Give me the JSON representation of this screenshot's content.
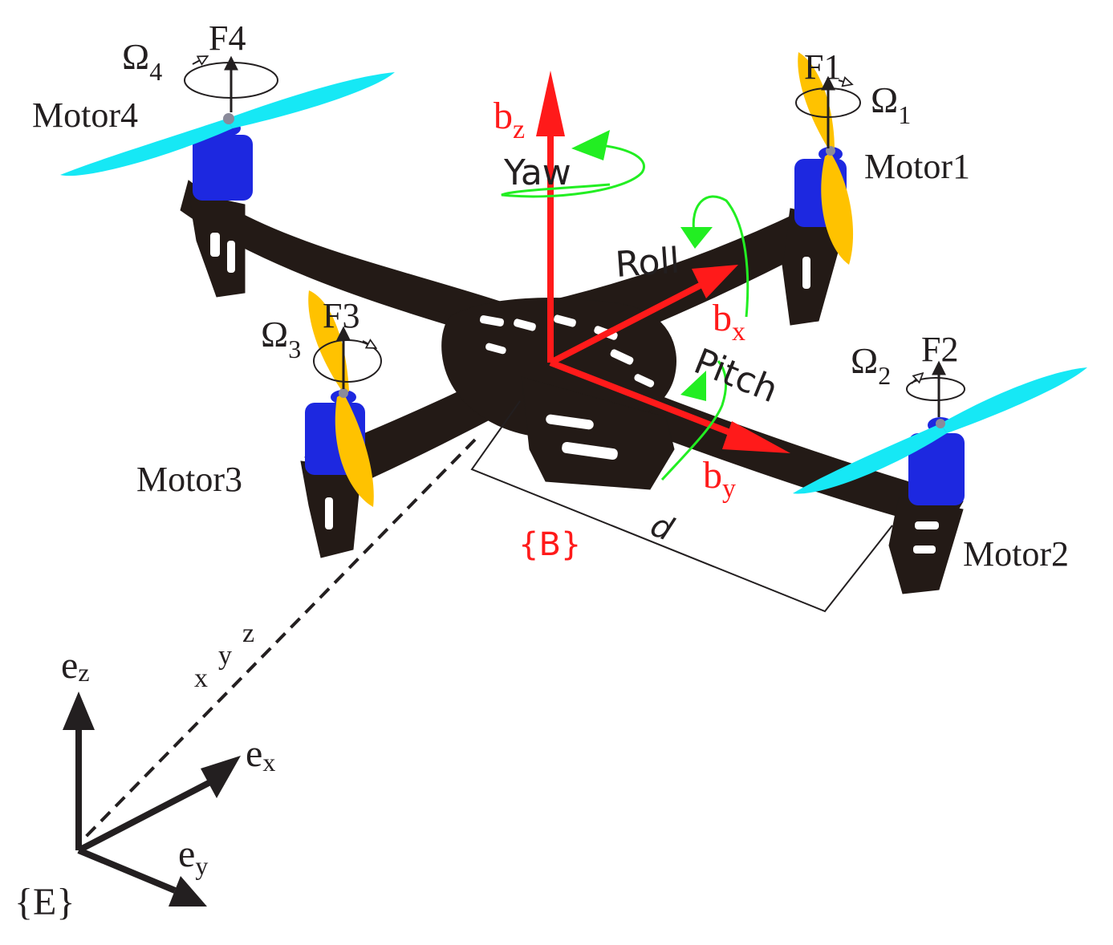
{
  "motors": {
    "m1": {
      "label": "Motor1",
      "force": "F1",
      "omega": "Ω",
      "omega_sub": "1"
    },
    "m2": {
      "label": "Motor2",
      "force": "F2",
      "omega": "Ω",
      "omega_sub": "2"
    },
    "m3": {
      "label": "Motor3",
      "force": "F3",
      "omega": "Ω",
      "omega_sub": "3"
    },
    "m4": {
      "label": "Motor4",
      "force": "F4",
      "omega": "Ω",
      "omega_sub": "4"
    }
  },
  "body_frame": {
    "label": "{B}",
    "bx": {
      "base": "b",
      "sub": "x"
    },
    "by": {
      "base": "b",
      "sub": "y"
    },
    "bz": {
      "base": "b",
      "sub": "z"
    }
  },
  "rotations": {
    "yaw": "Yaw",
    "roll": "Roll",
    "pitch": "Pitch"
  },
  "distance_label": "d",
  "earth_frame": {
    "label": "{E}",
    "ex": {
      "base": "e",
      "sub": "x"
    },
    "ey": {
      "base": "e",
      "sub": "y"
    },
    "ez": {
      "base": "e",
      "sub": "z"
    }
  },
  "position_vector": {
    "x": "x",
    "y": "y",
    "z": "z"
  },
  "colors": {
    "frame": "#231a16",
    "motor": "#1d28e0",
    "prop_cyan": "#16e8f5",
    "prop_yellow": "#ffc200",
    "body_axis": "#ff1a1a",
    "rotation_arrow": "#22ee22",
    "annotation": "#231f20"
  }
}
